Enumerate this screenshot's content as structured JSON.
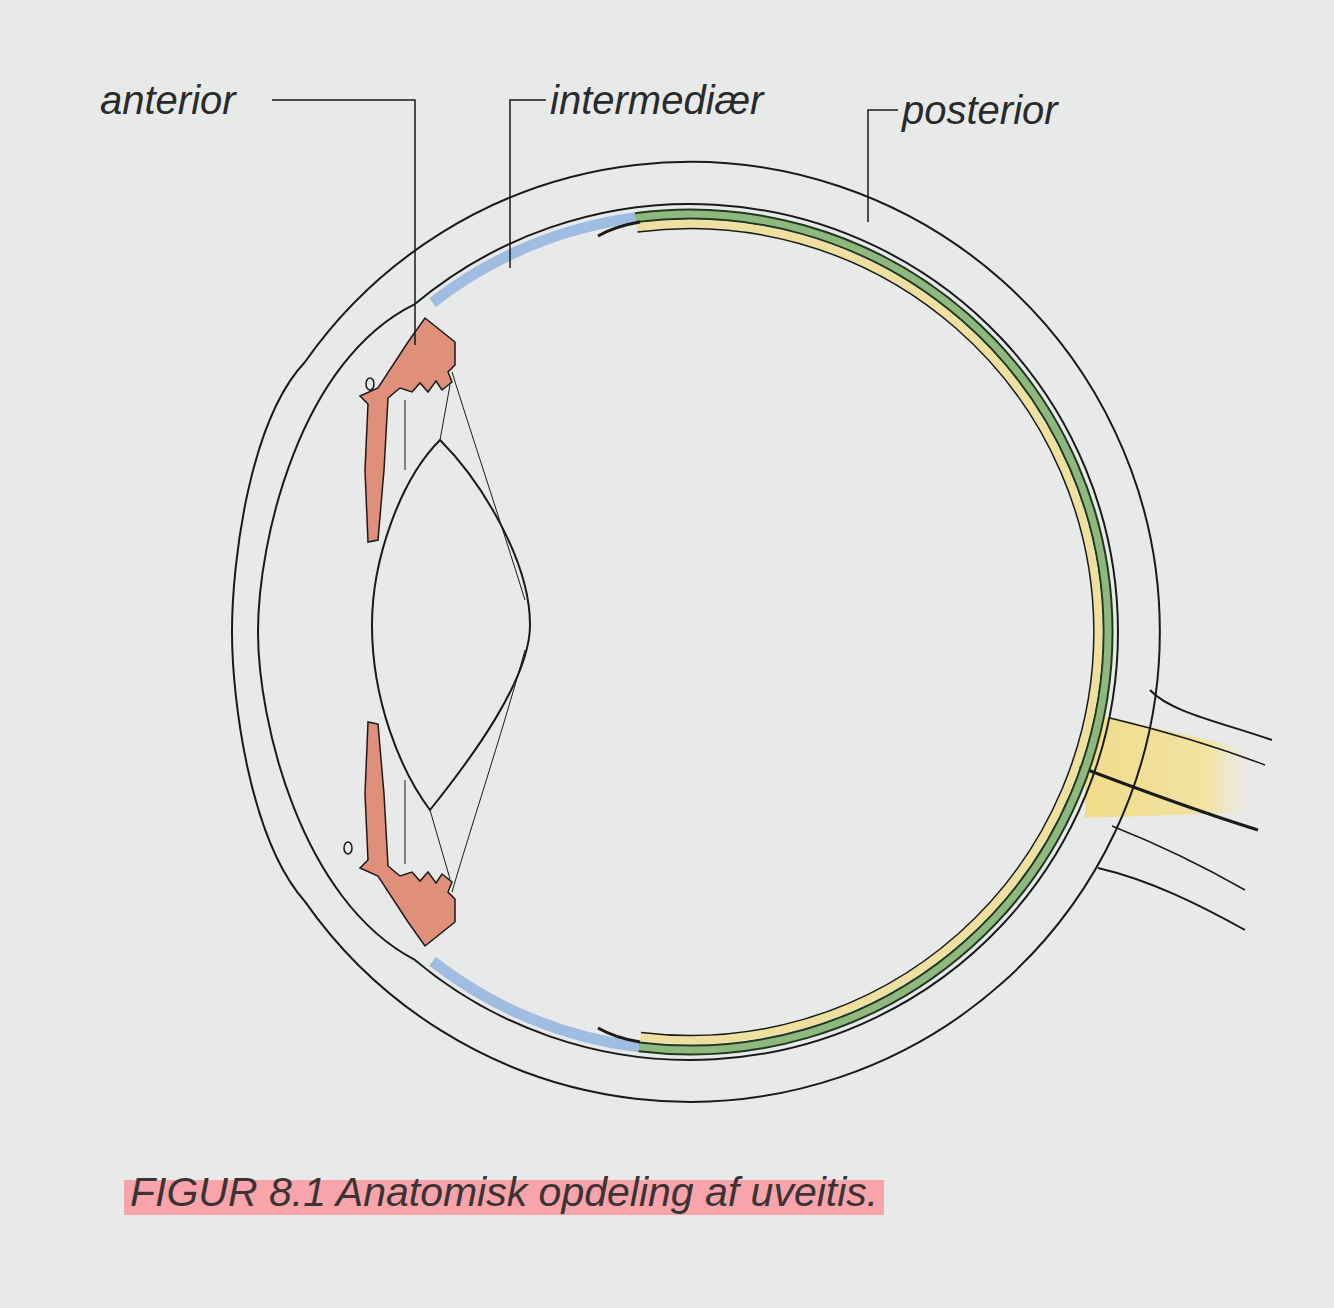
{
  "diagram": {
    "caption": "FIGUR 8.1 Anatomisk opdeling af uveitis.",
    "labels": [
      "anterior",
      "intermediær",
      "posterior"
    ]
  }
}
